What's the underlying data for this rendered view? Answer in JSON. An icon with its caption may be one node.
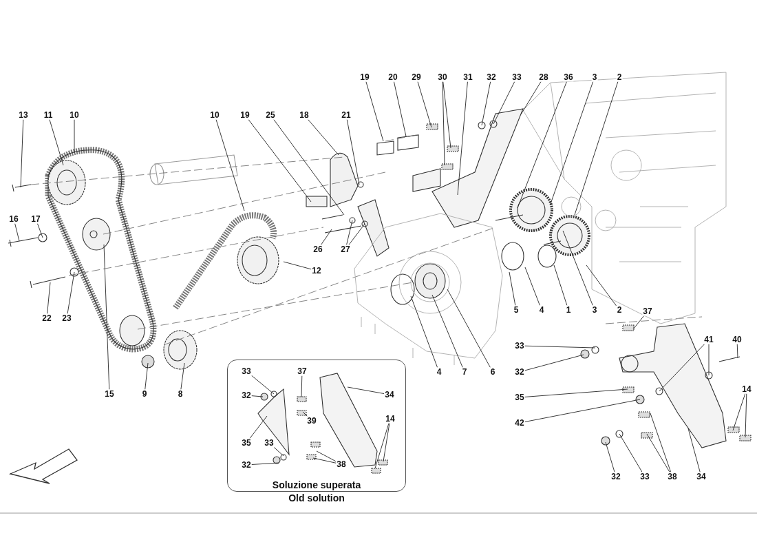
{
  "diagram": {
    "nodes": [
      {
        "text": [
          "13"
        ]
      },
      {
        "text": [
          "11"
        ]
      },
      {
        "text": [
          "10"
        ]
      },
      {
        "text": [
          "10"
        ]
      },
      {
        "text": [
          "19"
        ]
      },
      {
        "text": [
          "25"
        ]
      },
      {
        "text": [
          "18"
        ]
      },
      {
        "text": [
          "21"
        ]
      },
      {
        "text": [
          "19"
        ]
      },
      {
        "text": [
          "20"
        ]
      },
      {
        "text": [
          "29"
        ]
      },
      {
        "text": [
          "30"
        ]
      },
      {
        "text": [
          "31"
        ]
      },
      {
        "text": [
          "32"
        ]
      },
      {
        "text": [
          "33"
        ]
      },
      {
        "text": [
          "28"
        ]
      },
      {
        "text": [
          "36"
        ]
      },
      {
        "text": [
          "3"
        ]
      },
      {
        "text": [
          "2"
        ]
      },
      {
        "text": [
          "16"
        ]
      },
      {
        "text": [
          "17"
        ]
      },
      {
        "text": [
          "12"
        ]
      },
      {
        "text": [
          "26"
        ]
      },
      {
        "text": [
          "27"
        ]
      },
      {
        "text": [
          "22"
        ]
      },
      {
        "text": [
          "23"
        ]
      },
      {
        "text": [
          "5"
        ]
      },
      {
        "text": [
          "4"
        ]
      },
      {
        "text": [
          "1"
        ]
      },
      {
        "text": [
          "3"
        ]
      },
      {
        "text": [
          "2"
        ]
      },
      {
        "text": [
          "37"
        ]
      },
      {
        "text": [
          "41"
        ]
      },
      {
        "text": [
          "40"
        ]
      },
      {
        "text": [
          "33"
        ]
      },
      {
        "text": [
          "4"
        ]
      },
      {
        "text": [
          "7"
        ]
      },
      {
        "text": [
          "6"
        ]
      },
      {
        "text": [
          "32"
        ]
      },
      {
        "text": [
          "15"
        ]
      },
      {
        "text": [
          "9"
        ]
      },
      {
        "text": [
          "8"
        ]
      },
      {
        "text": [
          "14"
        ]
      },
      {
        "text": [
          "35"
        ]
      },
      {
        "text": [
          "42"
        ]
      },
      {
        "text": [
          "32"
        ]
      },
      {
        "text": [
          "33"
        ]
      },
      {
        "text": [
          "38"
        ]
      },
      {
        "text": [
          "34"
        ]
      },
      {
        "text": [
          "Soluzione superata",
          "Old solution"
        ]
      },
      {
        "text": [
          "33"
        ],
        "in": 49
      },
      {
        "text": [
          "37"
        ],
        "in": 49
      },
      {
        "text": [
          "32"
        ],
        "in": 49
      },
      {
        "text": [
          "34"
        ],
        "in": 49
      },
      {
        "text": [
          "39"
        ],
        "in": 49
      },
      {
        "text": [
          "35"
        ],
        "in": 49
      },
      {
        "text": [
          "14"
        ],
        "in": 49
      },
      {
        "text": [
          "33"
        ],
        "in": 49
      },
      {
        "text": [
          "32"
        ],
        "in": 49
      },
      {
        "text": [
          "38"
        ],
        "in": 49
      }
    ],
    "edges": [
      {
        "from": 0,
        "to": null,
        "arrow": "none"
      },
      {
        "from": 1,
        "to": null,
        "arrow": "none"
      },
      {
        "from": 2,
        "to": null,
        "arrow": "none"
      },
      {
        "from": 3,
        "to": null,
        "arrow": "none"
      },
      {
        "from": 4,
        "to": null,
        "arrow": "none"
      },
      {
        "from": 5,
        "to": null,
        "arrow": "none"
      },
      {
        "from": 6,
        "to": null,
        "arrow": "none"
      },
      {
        "from": 7,
        "to": null,
        "arrow": "none"
      },
      {
        "from": 8,
        "to": null,
        "arrow": "none"
      },
      {
        "from": 9,
        "to": null,
        "arrow": "none"
      },
      {
        "from": 10,
        "to": null,
        "arrow": "none"
      },
      {
        "from": 11,
        "to": null,
        "arrow": "none"
      },
      {
        "from": 11,
        "to": null,
        "arrow": "none"
      },
      {
        "from": 12,
        "to": null,
        "arrow": "none"
      },
      {
        "from": 13,
        "to": null,
        "arrow": "none"
      },
      {
        "from": 14,
        "to": null,
        "arrow": "none"
      },
      {
        "from": 15,
        "to": null,
        "arrow": "none"
      },
      {
        "from": 16,
        "to": null,
        "arrow": "none"
      },
      {
        "from": 17,
        "to": null,
        "arrow": "none"
      },
      {
        "from": 18,
        "to": null,
        "arrow": "none"
      },
      {
        "from": 19,
        "to": null,
        "arrow": "none"
      },
      {
        "from": 20,
        "to": null,
        "arrow": "none"
      },
      {
        "from": 21,
        "to": null,
        "arrow": "none"
      },
      {
        "from": 22,
        "to": null,
        "arrow": "none"
      },
      {
        "from": 23,
        "to": null,
        "arrow": "none"
      },
      {
        "from": 23,
        "to": null,
        "arrow": "none"
      },
      {
        "from": 24,
        "to": null,
        "arrow": "none"
      },
      {
        "from": 25,
        "to": null,
        "arrow": "none"
      },
      {
        "from": 26,
        "to": null,
        "arrow": "none"
      },
      {
        "from": 27,
        "to": null,
        "arrow": "none"
      },
      {
        "from": 28,
        "to": null,
        "arrow": "none"
      },
      {
        "from": 29,
        "to": null,
        "arrow": "none"
      },
      {
        "from": 30,
        "to": null,
        "arrow": "none"
      },
      {
        "from": 31,
        "to": null,
        "arrow": "none"
      },
      {
        "from": 32,
        "to": null,
        "arrow": "none"
      },
      {
        "from": 32,
        "to": null,
        "arrow": "none"
      },
      {
        "from": 33,
        "to": null,
        "arrow": "none"
      },
      {
        "from": 34,
        "to": null,
        "arrow": "none"
      },
      {
        "from": 35,
        "to": null,
        "arrow": "none"
      },
      {
        "from": 36,
        "to": null,
        "arrow": "none"
      },
      {
        "from": 37,
        "to": null,
        "arrow": "none"
      },
      {
        "from": 38,
        "to": null,
        "arrow": "none"
      },
      {
        "from": 39,
        "to": null,
        "arrow": "none"
      },
      {
        "from": 40,
        "to": null,
        "arrow": "none"
      },
      {
        "from": 41,
        "to": null,
        "arrow": "none"
      },
      {
        "from": 42,
        "to": null,
        "arrow": "none"
      },
      {
        "from": 42,
        "to": null,
        "arrow": "none"
      },
      {
        "from": 43,
        "to": null,
        "arrow": "none"
      },
      {
        "from": 44,
        "to": null,
        "arrow": "none"
      },
      {
        "from": 45,
        "to": null,
        "arrow": "none"
      },
      {
        "from": 46,
        "to": null,
        "arrow": "none"
      },
      {
        "from": 47,
        "to": null,
        "arrow": "none"
      },
      {
        "from": 47,
        "to": null,
        "arrow": "none"
      },
      {
        "from": 48,
        "to": null,
        "arrow": "none"
      },
      {
        "from": 50,
        "to": null,
        "arrow": "none"
      },
      {
        "from": 51,
        "to": null,
        "arrow": "none"
      },
      {
        "from": 52,
        "to": null,
        "arrow": "none"
      },
      {
        "from": 53,
        "to": null,
        "arrow": "none"
      },
      {
        "from": 54,
        "to": null,
        "arrow": "none"
      },
      {
        "from": 55,
        "to": null,
        "arrow": "none"
      },
      {
        "from": 56,
        "to": null,
        "arrow": "none"
      },
      {
        "from": 56,
        "to": null,
        "arrow": "none"
      },
      {
        "from": 57,
        "to": null,
        "arrow": "none"
      },
      {
        "from": 58,
        "to": null,
        "arrow": "none"
      },
      {
        "from": 59,
        "to": null,
        "arrow": "none"
      },
      {
        "from": 59,
        "to": null,
        "arrow": "none"
      }
    ]
  }
}
